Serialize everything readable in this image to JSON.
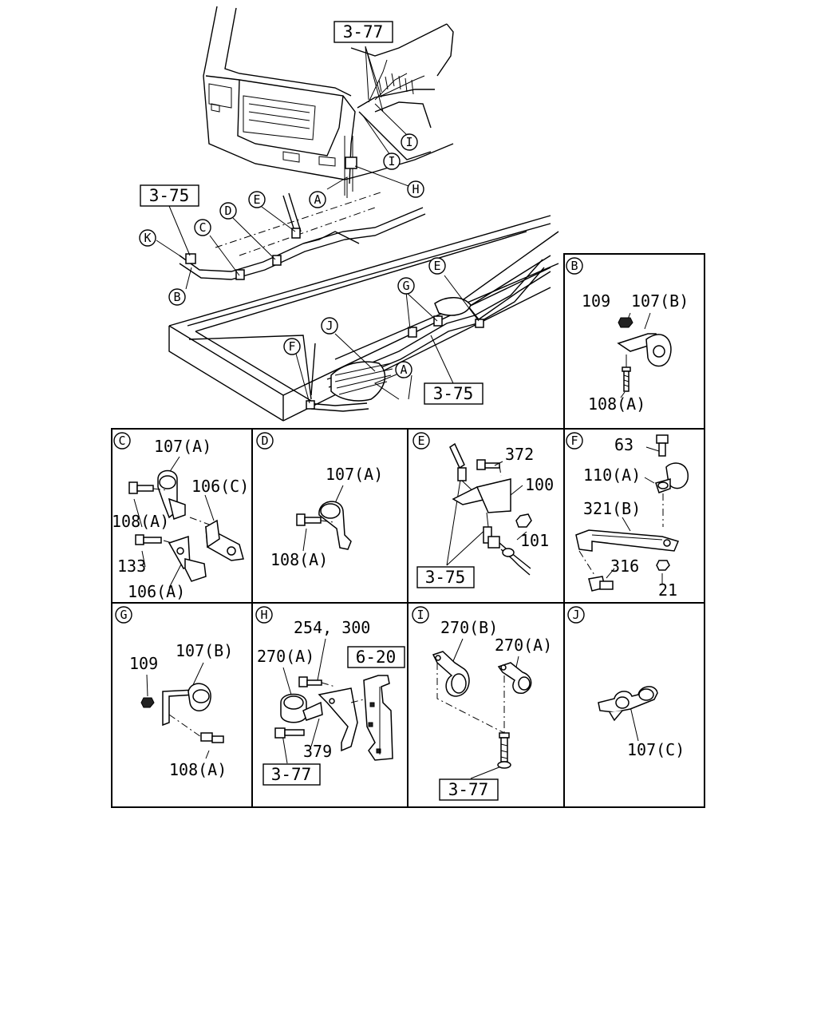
{
  "overview": {
    "refs": {
      "r_3_77_top": "3-77",
      "r_3_75_left": "3-75",
      "r_3_75_right": "3-75"
    },
    "callouts": {
      "a1": "A",
      "a2": "A",
      "b": "B",
      "c": "C",
      "d": "D",
      "e1": "E",
      "e2": "E",
      "f": "F",
      "g": "G",
      "h": "H",
      "i1": "I",
      "i2": "I",
      "j": "J",
      "k": "K"
    }
  },
  "panels": {
    "b": {
      "letter": "B",
      "l109": "109",
      "l107b": "107(B)",
      "l108a": "108(A)"
    },
    "c": {
      "letter": "C",
      "l107a": "107(A)",
      "l106c": "106(C)",
      "l108a": "108(A)",
      "l133": "133",
      "l106a": "106(A)"
    },
    "d": {
      "letter": "D",
      "l107a": "107(A)",
      "l108a": "108(A)"
    },
    "e": {
      "letter": "E",
      "l372": "372",
      "l100": "100",
      "l101": "101",
      "ref": "3-75"
    },
    "f": {
      "letter": "F",
      "l63": "63",
      "l110a": "110(A)",
      "l321b": "321(B)",
      "l316": "316",
      "l21": "21"
    },
    "g": {
      "letter": "G",
      "l109": "109",
      "l107b": "107(B)",
      "l108a": "108(A)"
    },
    "h": {
      "letter": "H",
      "l254": "254, 300",
      "l270a": "270(A)",
      "l379": "379",
      "ref1": "6-20",
      "ref2": "3-77"
    },
    "i": {
      "letter": "I",
      "l270b": "270(B)",
      "l270a": "270(A)",
      "ref": "3-77"
    },
    "j": {
      "letter": "J",
      "l107c": "107(C)"
    }
  }
}
